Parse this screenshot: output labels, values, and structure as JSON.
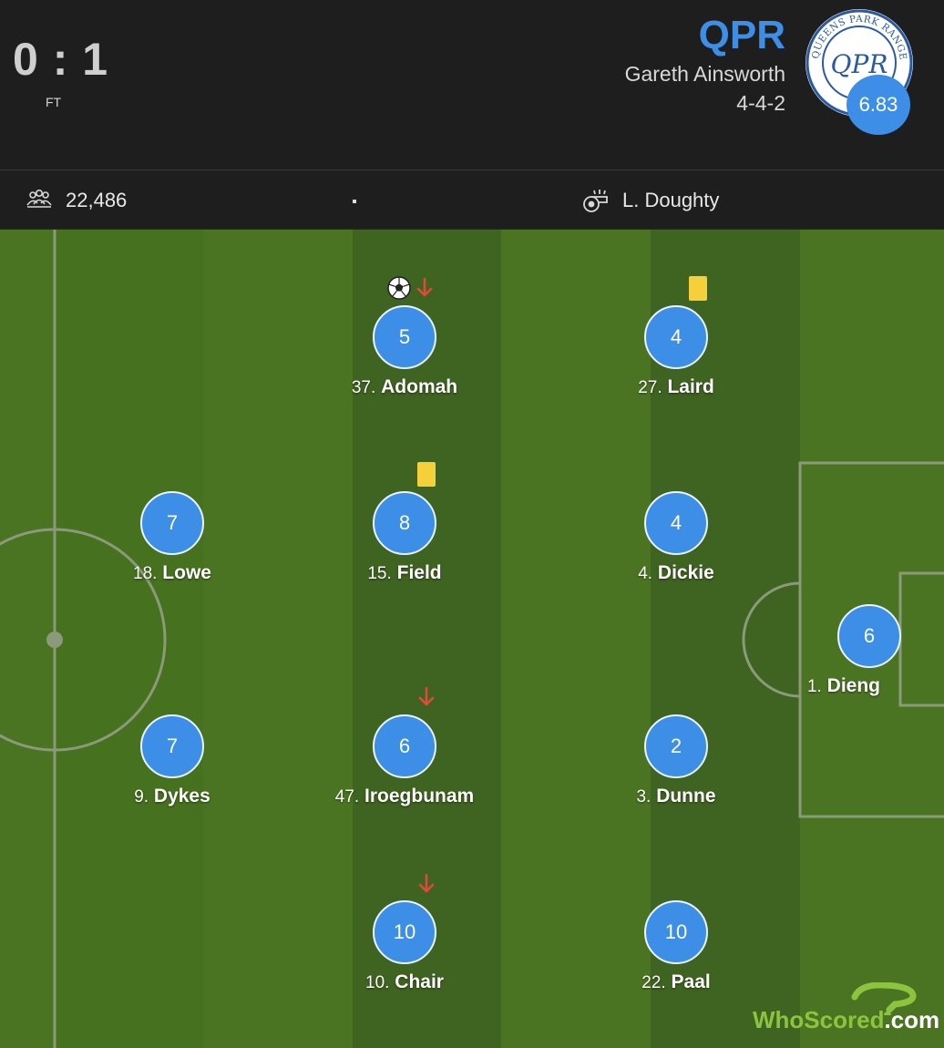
{
  "match": {
    "score": "0 : 1",
    "status": "FT"
  },
  "team": {
    "name": "QPR",
    "manager": "Gareth Ainsworth",
    "formation": "4-4-2",
    "rating": "6.83",
    "badge_text": "QUEENS PARK RANGERS",
    "badge_monogram": "QPR"
  },
  "info": {
    "attendance": "22,486",
    "separator": "·",
    "referee": "L. Doughty"
  },
  "colors": {
    "accent": "#3d8ee6",
    "pitch_dark": "#3f6320",
    "pitch_light": "#4a7422",
    "yellow_card": "#f6d03a",
    "sub_arrow": "#e04a3a"
  },
  "players": [
    {
      "id": "adomah",
      "number": "37.",
      "name": "Adomah",
      "rating": "5",
      "events": [
        "goal-ball",
        "sub-off"
      ]
    },
    {
      "id": "laird",
      "number": "27.",
      "name": "Laird",
      "rating": "4",
      "events": [
        "yellow-card"
      ]
    },
    {
      "id": "lowe",
      "number": "18.",
      "name": "Lowe",
      "rating": "7",
      "events": []
    },
    {
      "id": "field",
      "number": "15.",
      "name": "Field",
      "rating": "8",
      "events": [
        "yellow-card"
      ]
    },
    {
      "id": "dickie",
      "number": "4.",
      "name": "Dickie",
      "rating": "4",
      "events": []
    },
    {
      "id": "dieng",
      "number": "1.",
      "name": "Dieng",
      "rating": "6",
      "events": []
    },
    {
      "id": "dykes",
      "number": "9.",
      "name": "Dykes",
      "rating": "7",
      "events": []
    },
    {
      "id": "iroegbunam",
      "number": "47.",
      "name": "Iroegbunam",
      "rating": "6",
      "events": [
        "sub-off"
      ]
    },
    {
      "id": "dunne",
      "number": "3.",
      "name": "Dunne",
      "rating": "2",
      "events": []
    },
    {
      "id": "chair",
      "number": "10.",
      "name": "Chair",
      "rating": "10",
      "events": [
        "sub-off"
      ]
    },
    {
      "id": "paal",
      "number": "22.",
      "name": "Paal",
      "rating": "10",
      "events": []
    }
  ],
  "branding": {
    "logo_part1": "WhoScored",
    "logo_part2": ".com"
  }
}
